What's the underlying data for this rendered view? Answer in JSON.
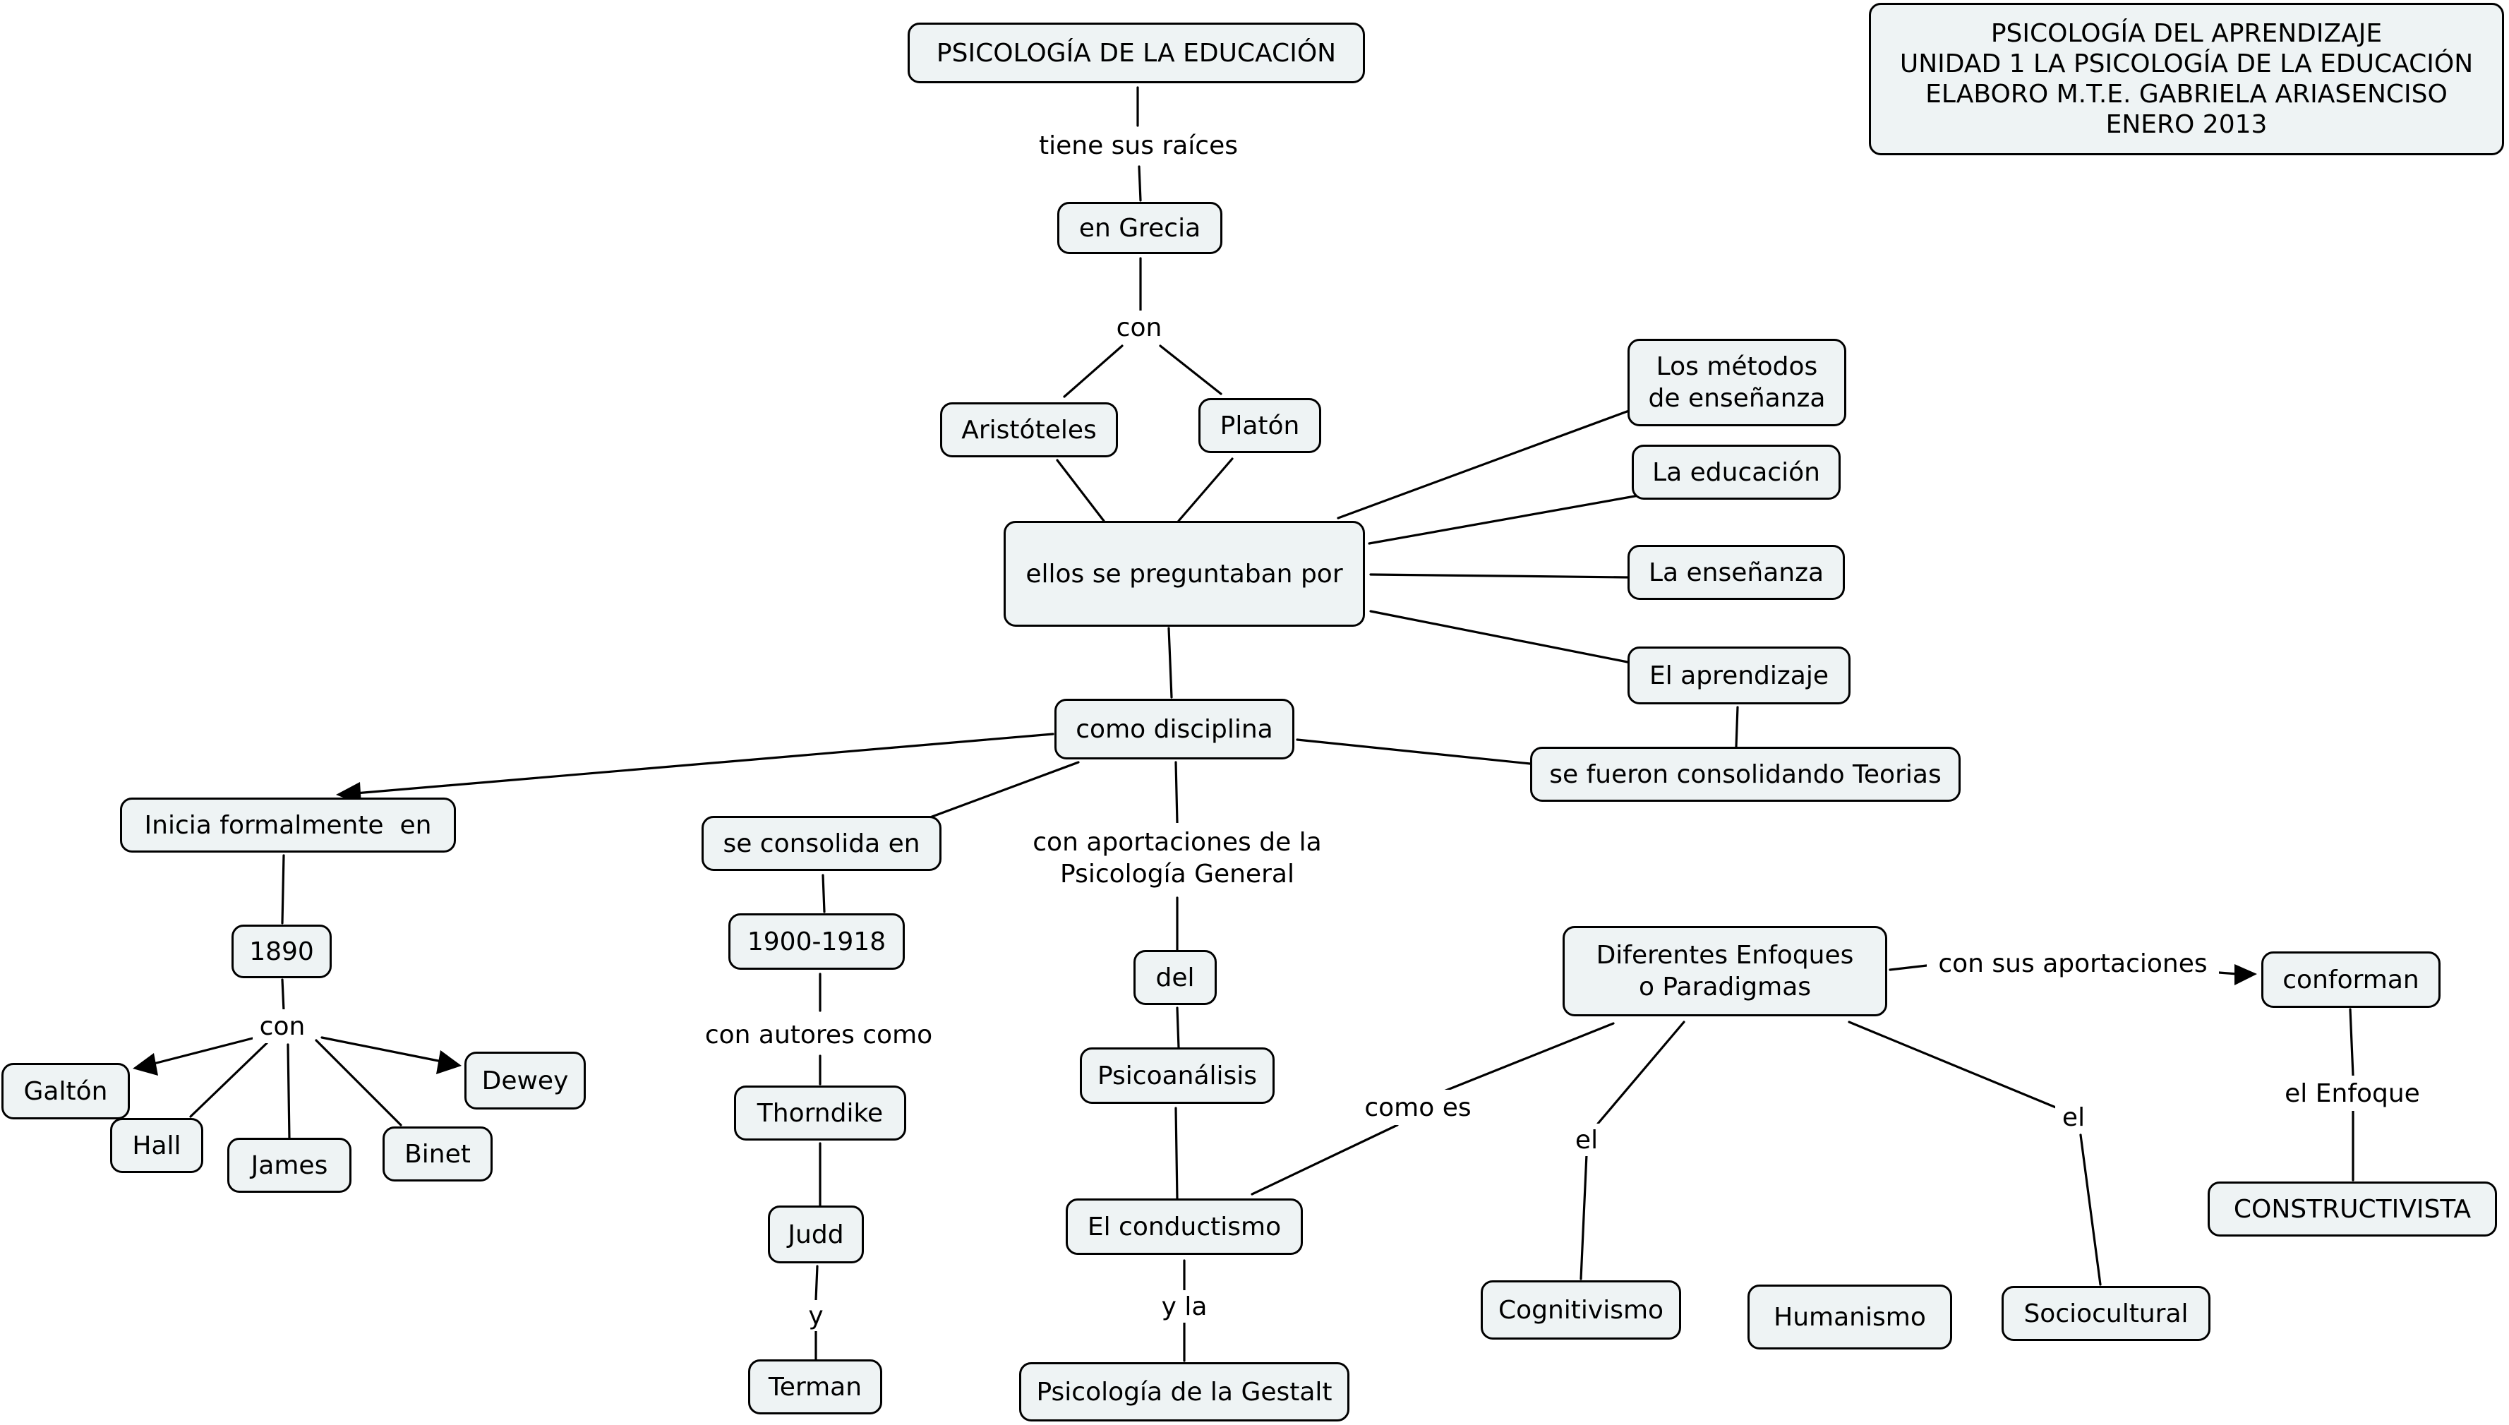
{
  "colors": {
    "node_fill": "#eef3f4",
    "node_border": "#000000",
    "line": "#000000",
    "background": "#ffffff"
  },
  "title_box": "PSICOLOGÍA DEL APRENDIZAJE\nUNIDAD 1 LA PSICOLOGÍA DE LA EDUCACIÓN\nELABORO M.T.E. GABRIELA ARIASENCISO\nENERO 2013",
  "concepts": {
    "psicologia_educacion": "PSICOLOGÍA DE LA EDUCACIÓN",
    "en_grecia": "en Grecia",
    "aristoteles": "Aristóteles",
    "platon": "Platón",
    "ellos_preguntaban": "ellos se preguntaban por",
    "metodos_ensenanza": "Los métodos\nde enseñanza",
    "la_educacion": "La educación",
    "la_ensenanza": "La enseñanza",
    "el_aprendizaje": "El aprendizaje",
    "como_disciplina": "como disciplina",
    "consolidando_teorias": "se fueron consolidando Teorias",
    "inicia_formalmente": "Inicia formalmente  en",
    "y1890": "1890",
    "galton": "Galtón",
    "hall": "Hall",
    "james": "James",
    "binet": "Binet",
    "dewey": "Dewey",
    "se_consolida": "se consolida en",
    "y1900_1918": "1900-1918",
    "thorndike": "Thorndike",
    "judd": "Judd",
    "terman": "Terman",
    "del": "del",
    "psicoanalisis": "Psicoanálisis",
    "conductismo": "El conductismo",
    "gestalt": "Psicología de la Gestalt",
    "enfoques": "Diferentes Enfoques\no Paradigmas",
    "cognitivismo": "Cognitivismo",
    "humanismo": "Humanismo",
    "sociocultural": "Sociocultural",
    "conforman": "conforman",
    "constructivista": "CONSTRUCTIVISTA"
  },
  "linking_phrases": {
    "tiene_raices": "tiene sus raíces",
    "con_grecia": "con",
    "con_1890": "con",
    "aportaciones_psicologia_general": "con aportaciones de la\nPsicología General",
    "autores_como": "con autores como",
    "y_terman": "y",
    "y_la": "y la",
    "como_es": "como es",
    "el_cognitivismo": "el",
    "el_sociocultural": "el",
    "con_sus_aportaciones": "con sus aportaciones",
    "el_enfoque": "el Enfoque"
  }
}
